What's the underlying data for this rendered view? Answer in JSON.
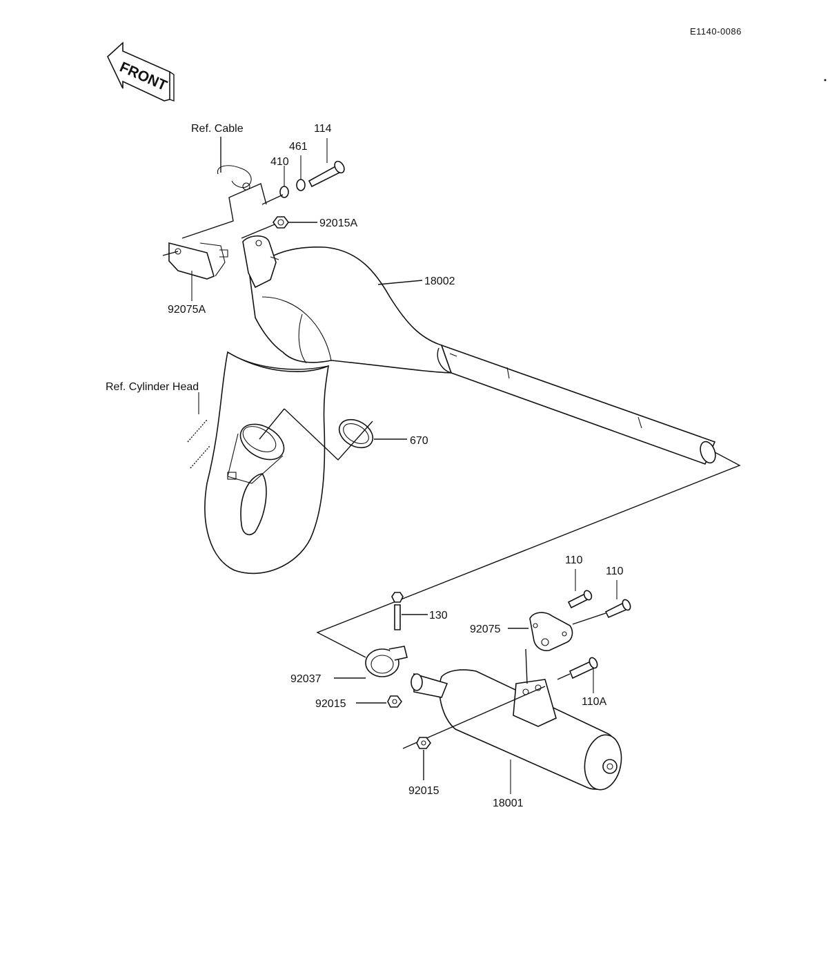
{
  "doc_id": "E1140-0086",
  "front_label": "FRONT",
  "labels": {
    "ref_cable": "Ref. Cable",
    "p114": "114",
    "p461": "461",
    "p410": "410",
    "p92015A": "92015A",
    "p92075A": "92075A",
    "p18002": "18002",
    "ref_cylinder_head": "Ref. Cylinder Head",
    "p670": "670",
    "p110_left": "110",
    "p110_right": "110",
    "p130": "130",
    "p92075": "92075",
    "p92037": "92037",
    "p110A": "110A",
    "p92015_upper": "92015",
    "p92015_lower": "92015",
    "p18001": "18001"
  }
}
